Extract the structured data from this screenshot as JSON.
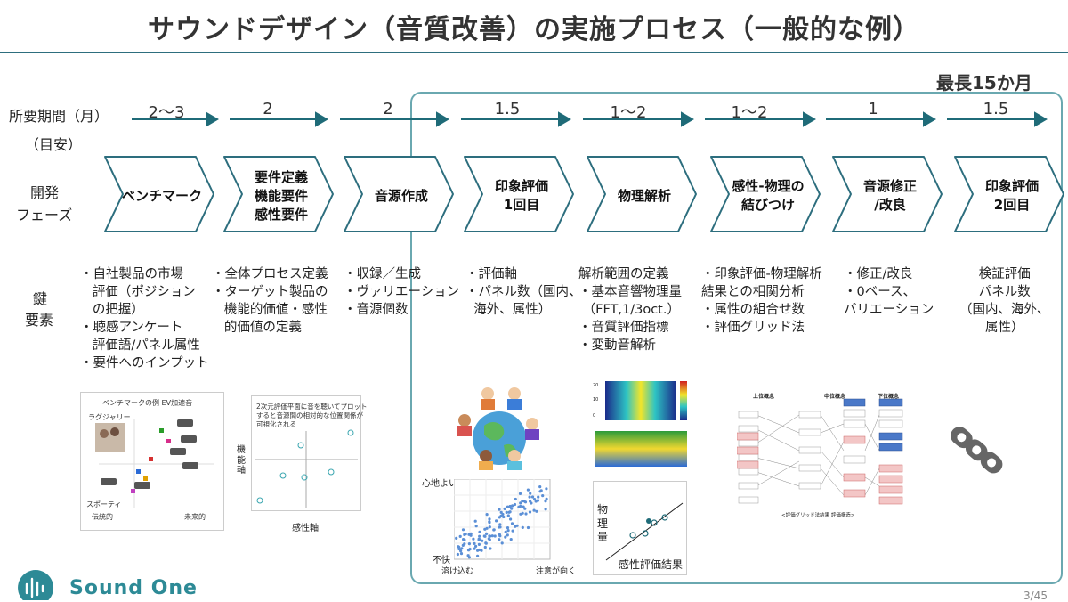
{
  "title": "サウンドデザイン（音質改善）の実施プロセス（一般的な例）",
  "duration_note": "最長15か月",
  "row_labels": {
    "period_line1": "所要期間（月）",
    "period_line2": "（目安）",
    "phase_line1": "開発",
    "phase_line2": "フェーズ",
    "key_line1": "鍵",
    "key_line2": "要素"
  },
  "durations": [
    "2〜3",
    "2",
    "2",
    "1.5",
    "1〜2",
    "1〜2",
    "1",
    "1.5"
  ],
  "phases": [
    "ベンチマーク",
    "要件定義\n機能要件\n感性要件",
    "音源作成",
    "印象評価\n1回目",
    "物理解析",
    "感性-物理の\n結びつけ",
    "音源修正\n/改良",
    "印象評価\n2回目"
  ],
  "key_elements": [
    "・自社製品の市場\n   評価（ポジション\n   の把握）\n・聴感アンケート\n   評価語/パネル属性\n・要件へのインプット",
    "・全体プロセス定義\n・ターゲット製品の\n   機能的価値・感性\n   的価値の定義",
    "・収録／生成\n・ヴァリエーション\n・音源個数",
    "・評価軸\n・パネル数（国内、\n  海外、属性）",
    "解析範囲の定義\n・基本音響物理量\n （FFT,1/3oct.）\n・音質評価指標\n・変動音解析",
    "・印象評価-物理解析\n結果との相関分析\n・属性の組合せ数\n・評価グリッド法",
    "・修正/改良\n・0ベース、\nバリエーション",
    "検証評価\nパネル数\n（国内、海外、\n属性）"
  ],
  "benchmark_figure": {
    "title": "ベンチマークの例  EV加速音",
    "label_luxury": "ラグジャリー",
    "label_sporty": "スポーティ",
    "label_traditional": "伝統的",
    "label_futuristic": "未来的"
  },
  "requirement_figure": {
    "caption": "2次元評価平面に音を聴いてプロット\nすると音源間の相対的な位置関係が\n可視化される",
    "y_axis": "機能軸",
    "x_axis": "感性軸"
  },
  "scatter_figure": {
    "label_top": "心地よい",
    "label_bottom": "不快",
    "label_left": "溶け込む",
    "label_right": "注意が向く"
  },
  "correlation_figure": {
    "y_label": "物理量",
    "x_label": "感性評価結果"
  },
  "grid_figure": {
    "col_upper": "上位概念",
    "col_middle": "中位概念",
    "col_lower": "下位概念",
    "caption": "<評価グリッド法結果  評価構造>"
  },
  "footer": {
    "brand": "Sound One",
    "page": "3/45"
  },
  "colors": {
    "accent": "#2d6e7e",
    "arrow": "#1f6b78",
    "box_border": "#6aa8b0",
    "logo": "#2d8a96"
  }
}
